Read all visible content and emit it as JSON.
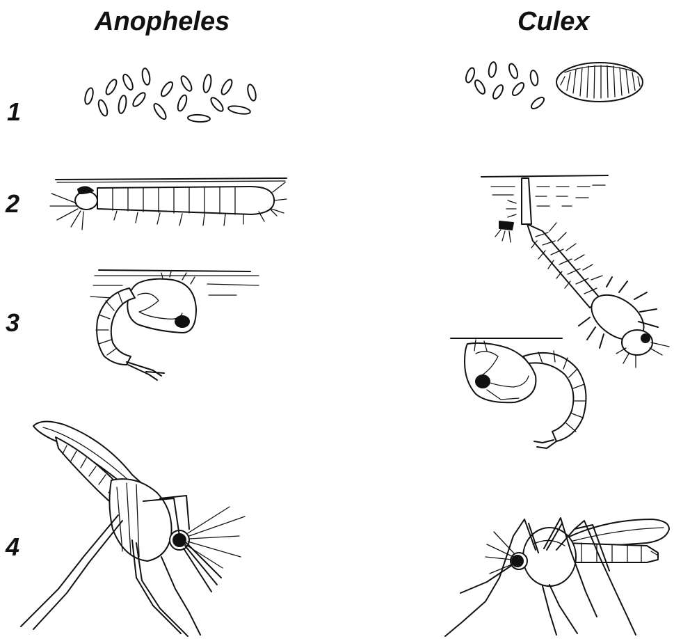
{
  "headings": {
    "anopheles": "Anopheles",
    "culex": "Culex"
  },
  "stages": [
    "1",
    "2",
    "3",
    "4"
  ],
  "illustrations": {
    "anopheles": [
      "eggs-icon",
      "larva-icon",
      "pupa-icon",
      "adult-icon"
    ],
    "culex": [
      "eggs-icon",
      "egg-raft-icon",
      "larva-icon",
      "pupa-icon",
      "adult-icon"
    ]
  },
  "colors": {
    "ink": "#111111",
    "background": "#ffffff"
  }
}
